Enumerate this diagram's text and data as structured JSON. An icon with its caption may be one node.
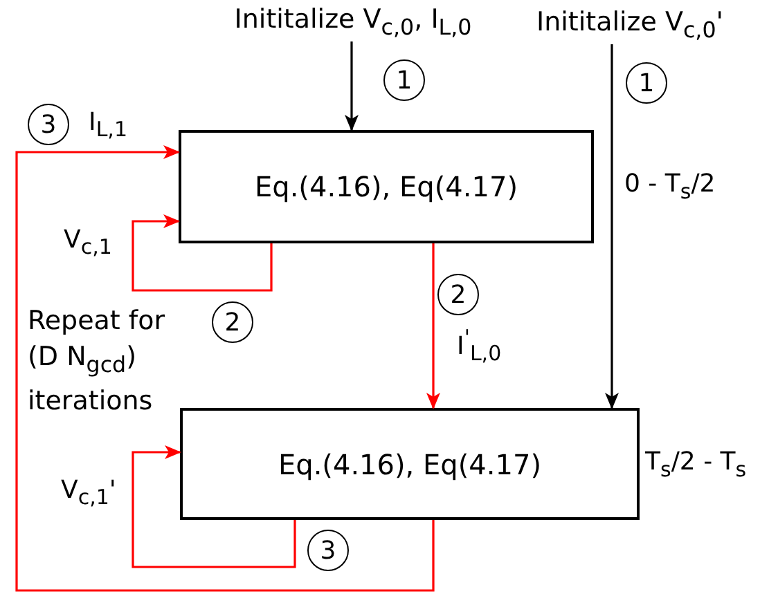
{
  "diagram": {
    "nodes": [
      {
        "text": [
          "Eq.(4.16), Eq(4.17)"
        ],
        "beside": [
          "0 - T$_{s}$/2"
        ]
      },
      {
        "text": [
          "Eq.(4.16), Eq(4.17)"
        ],
        "beside": [
          "T$_{s}$/2 - T$_{s}$"
        ]
      },
      {
        "text": [
          "Inititalize V$_{c,0}$, I$_{L,0}$"
        ]
      },
      {
        "text": [
          "Inititalize V$_{c,0}$'"
        ]
      }
    ],
    "edges": [
      {
        "from": 2,
        "to": 0,
        "arrow": "to",
        "color": "#000000"
      },
      {
        "from": 3,
        "to": 1,
        "arrow": "to",
        "color": "#000000"
      },
      {
        "from": 0,
        "to": 0,
        "arrow": "to",
        "label": "V$_{c,1}$"
      },
      {
        "from": 0,
        "to": 1,
        "arrow": "to",
        "label": "I$^{'}$$_{L,0}$"
      },
      {
        "from": 1,
        "to": 1,
        "arrow": "to",
        "label": "V$_{c,1}$'"
      },
      {
        "from": 1,
        "to": 0,
        "arrow": "to",
        "label": "I$_{L,1}$"
      }
    ],
    "labels": [
      "1",
      "1",
      "3",
      "2",
      "2",
      "Repeat for (D N$_{gcd}$) iterations",
      "3"
    ]
  }
}
